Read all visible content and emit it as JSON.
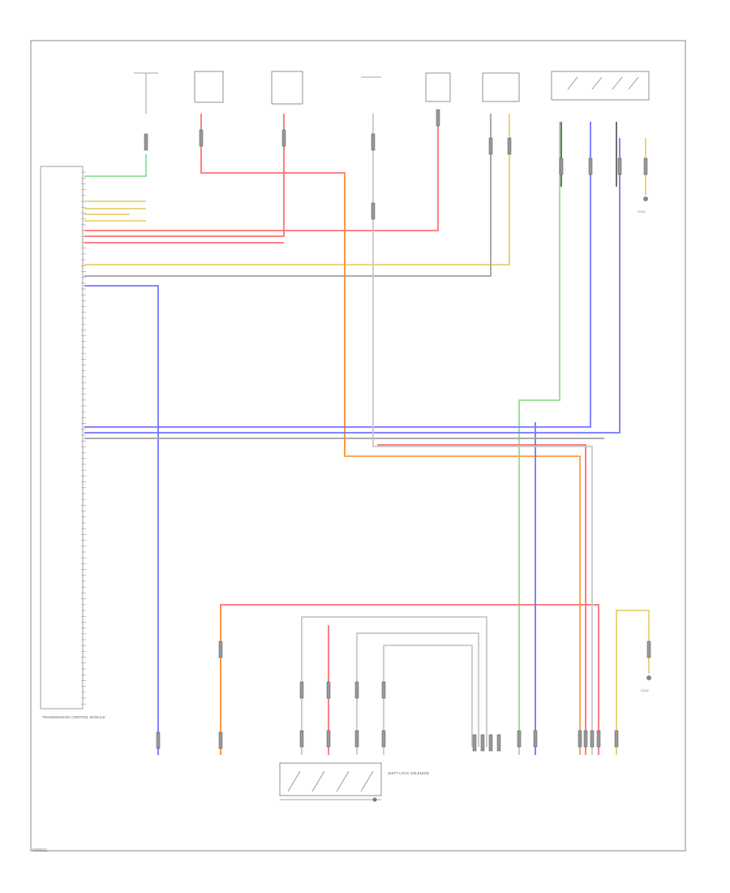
{
  "diagram": {
    "page_label": "W00011",
    "components": {
      "module": {
        "label": "TRANSMISSION CONTROL MODULE"
      },
      "shift_lock_solenoid": {
        "label": "SHIFT LOCK SOLENOID"
      },
      "ground_g1": {
        "label": "G101"
      },
      "ground_g2": {
        "label": "G102"
      }
    },
    "colors": {
      "red": "#ff7070",
      "orange": "#ff9a3c",
      "blue": "#7474ff",
      "green": "#8ee28e",
      "yellow": "#e8d070",
      "gray": "#a0a0a0",
      "black": "#606060"
    }
  }
}
